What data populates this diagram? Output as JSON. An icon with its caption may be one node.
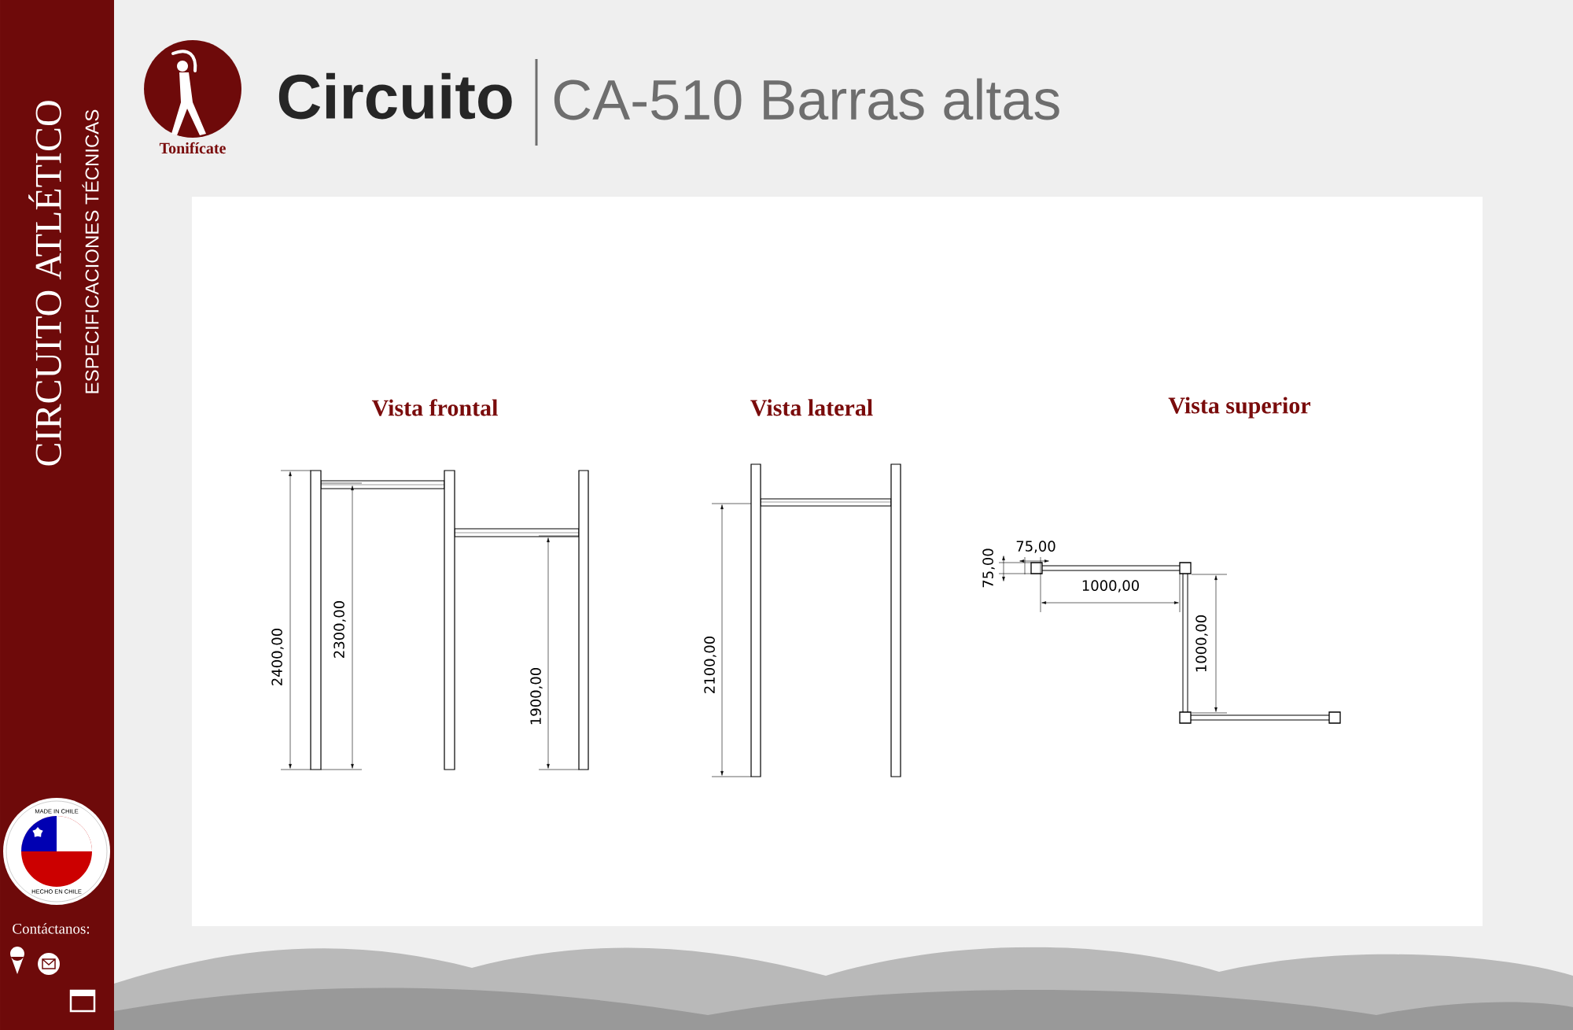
{
  "diagram": {
    "title": "CA-510 Barras altas",
    "labels": [
      "CIRCUITO ATLÉTICO",
      "ESPECIFICACIONES TÉCNICAS",
      "Tonifícate",
      "Circuito",
      "Vista frontal",
      "Vista lateral",
      "Vista superior",
      "2400,00",
      "2300,00",
      "1900,00",
      "2100,00",
      "75,00",
      "75,00",
      "1000,00",
      "1000,00",
      "MADE IN CHILE",
      "HECHO EN CHILE",
      "Contáctanos:"
    ]
  }
}
